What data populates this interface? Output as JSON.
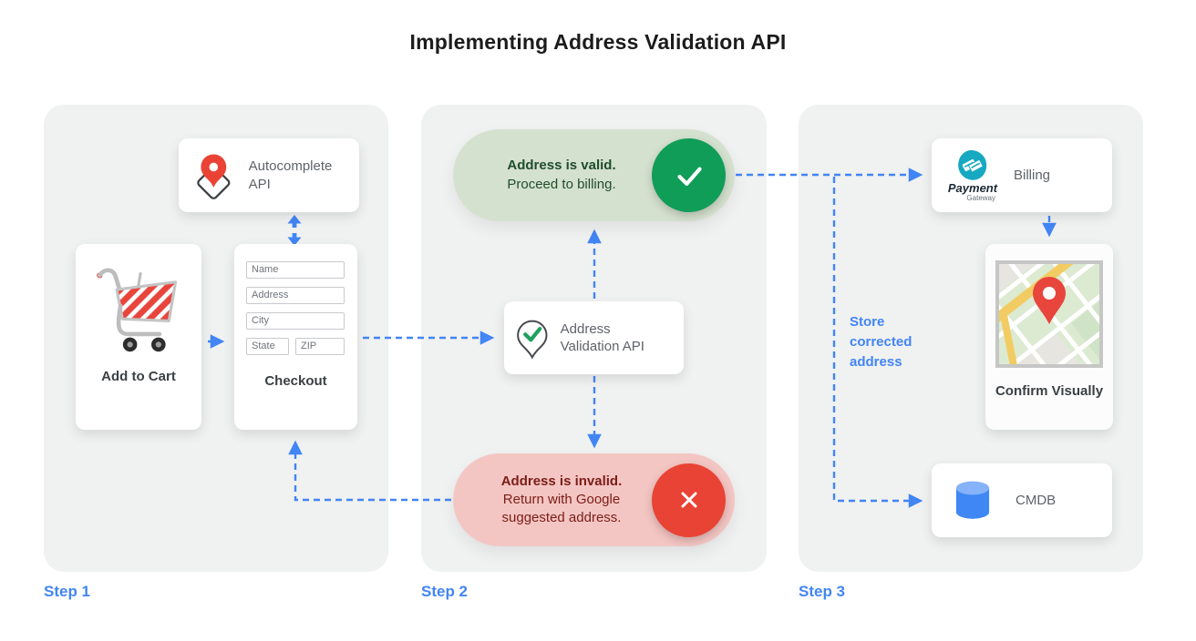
{
  "title": "Implementing Address Validation API",
  "step_labels": [
    "Step 1",
    "Step 2",
    "Step 3"
  ],
  "colors": {
    "accent_blue": "#4285F4",
    "success_green": "#0F9D58",
    "success_pill_bg": "#D5E1CF",
    "success_text": "#1F4D2B",
    "error_red": "#E94335",
    "error_pill_bg": "#F4C6C3",
    "error_text": "#7B1D17",
    "panel_bg": "#F0F1F1",
    "card_text": "#5F6368"
  },
  "step1": {
    "autocomplete_api": {
      "label": "Autocomplete API"
    },
    "add_to_cart": {
      "label": "Add to Cart"
    },
    "checkout": {
      "label": "Checkout",
      "fields": [
        "Name",
        "Address",
        "City",
        "State",
        "ZIP"
      ]
    }
  },
  "step2": {
    "valid_result": {
      "title": "Address is valid.",
      "subtitle": "Proceed to billing."
    },
    "validation_api": {
      "label": "Address Validation API"
    },
    "invalid_result": {
      "title": "Address is invalid.",
      "subtitle": "Return with Google suggested address."
    }
  },
  "step3": {
    "billing": {
      "label": "Billing",
      "logo_line1": "Payment",
      "logo_line2": "Gateway"
    },
    "confirm_visually": {
      "label": "Confirm Visually"
    },
    "cmdb": {
      "label": "CMDB"
    },
    "store_note": "Store corrected address"
  }
}
